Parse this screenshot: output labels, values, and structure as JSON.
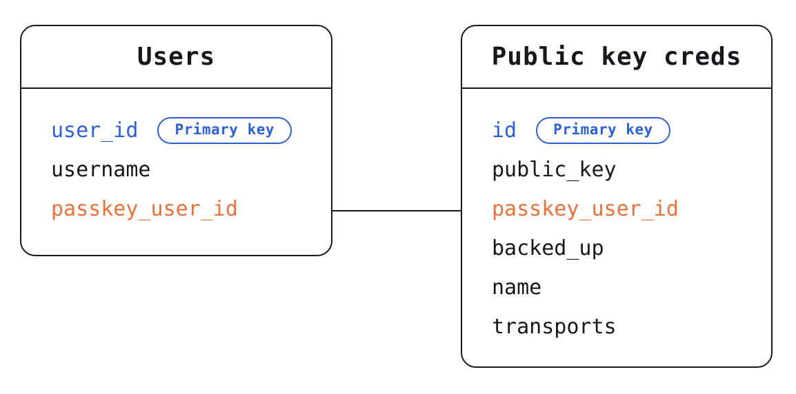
{
  "diagram": {
    "colors": {
      "blue": "#2d5fd7",
      "orange": "#e8713c",
      "default": "#16181d",
      "stroke": "#16181d",
      "background": "#ffffff"
    },
    "badge_label": "Primary key",
    "tables": [
      {
        "name": "Users",
        "fields": [
          {
            "name": "user_id",
            "color": "blue",
            "badge": "Primary key"
          },
          {
            "name": "username",
            "color": "default"
          },
          {
            "name": "passkey_user_id",
            "color": "orange"
          }
        ]
      },
      {
        "name": "Public key creds",
        "fields": [
          {
            "name": "id",
            "color": "blue",
            "badge": "Primary key"
          },
          {
            "name": "public_key",
            "color": "default"
          },
          {
            "name": "passkey_user_id",
            "color": "orange"
          },
          {
            "name": "backed_up",
            "color": "default"
          },
          {
            "name": "name",
            "color": "default"
          },
          {
            "name": "transports",
            "color": "default"
          }
        ]
      }
    ],
    "relationship": {
      "from": "Users.passkey_user_id",
      "to": "Public key creds.passkey_user_id"
    }
  }
}
